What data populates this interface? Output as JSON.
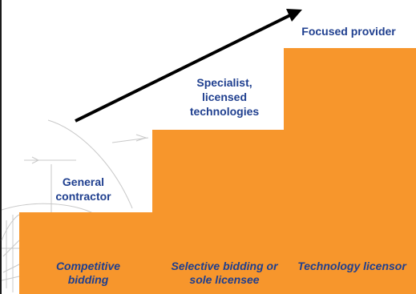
{
  "steps": [
    {
      "level_label": "General contractor",
      "base_label": "Competitive bidding"
    },
    {
      "level_label": "Specialist, licensed technologies",
      "base_label": "Selective bidding or sole licensee"
    },
    {
      "level_label": "Focused provider",
      "base_label": "Technology licensor"
    }
  ],
  "colors": {
    "step_fill": "#f7962c",
    "label_text": "#1f3f8f",
    "arrow": "#000000"
  },
  "icons": {
    "trend": "upward-trend-arrow",
    "background": "faint-technical-sketch"
  }
}
